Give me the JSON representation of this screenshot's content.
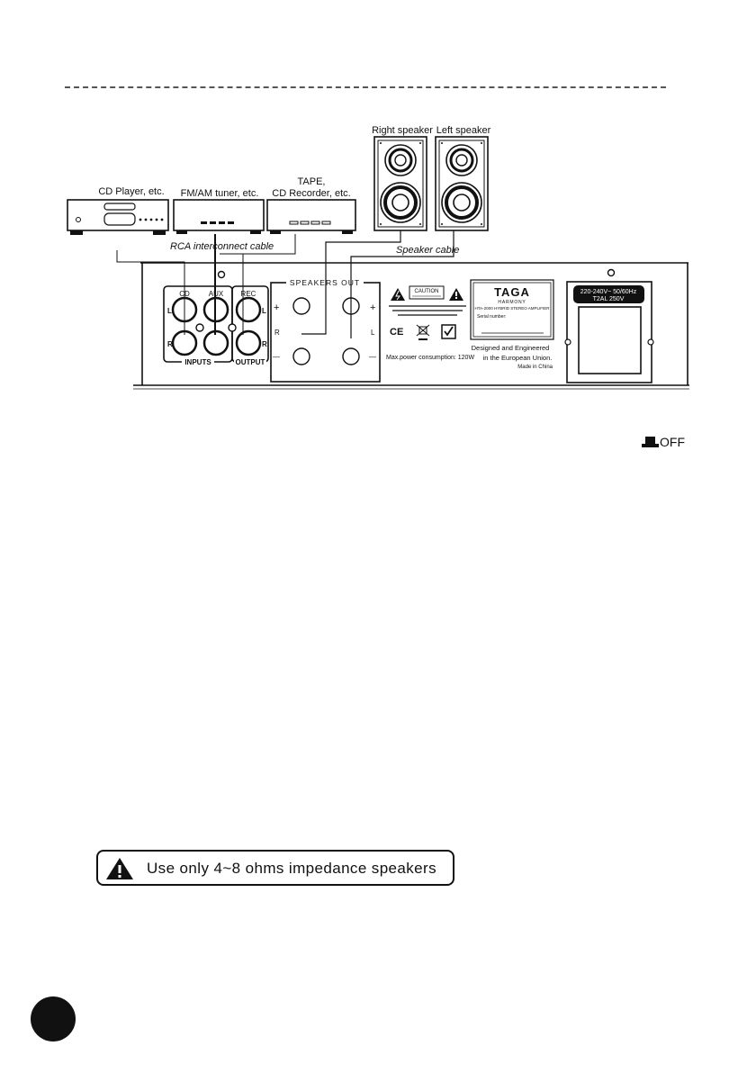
{
  "devices": {
    "cd_player": "CD Player, etc.",
    "tuner": "FM/AM tuner, etc.",
    "tape_line1": "TAPE,",
    "tape_line2": "CD Recorder, etc."
  },
  "speakers": {
    "right": "Right speaker",
    "left": "Left speaker"
  },
  "cables": {
    "rca": "RCA interconnect cable",
    "speaker": "Speaker cable"
  },
  "panel": {
    "cd": "CD",
    "aux": "AUX",
    "rec": "REC",
    "l": "L",
    "r": "R",
    "inputs": "INPUTS",
    "output": "OUTPUT",
    "speakers_out": "SPEAKERS OUT",
    "plus": "+",
    "minus": "—",
    "caution": "CAUTION",
    "brand": "TAGA",
    "brand_sub": "HARMONY",
    "model": "HTA-2000 HYBRID STEREO AMPLIFIER",
    "serial": "Serial number:",
    "ce": "CE",
    "max_power": "Max.power consumption: 120W",
    "designed_1": "Designed and Engineered",
    "designed_2": "in the European Union.",
    "made_in": "Made in China",
    "voltage": "220-240V~ 50/60Hz",
    "fuse": "T2AL 250V"
  },
  "power_switch": {
    "label": "OFF"
  },
  "warning": {
    "text": "Use only 4~8 ohms impedance speakers"
  },
  "colors": {
    "ink": "#111111",
    "background": "#ffffff"
  }
}
